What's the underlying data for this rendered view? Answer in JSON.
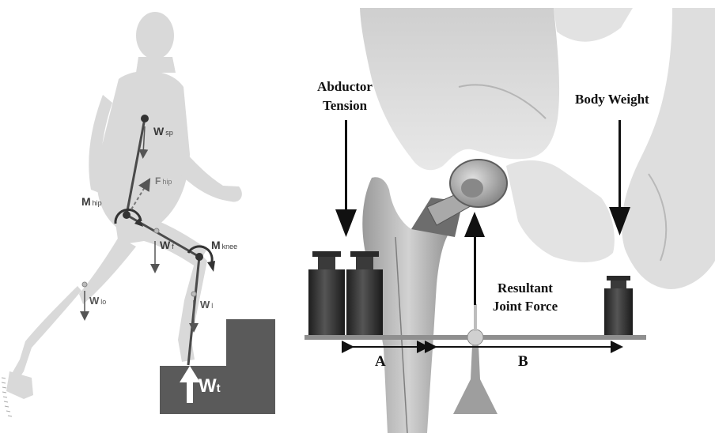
{
  "left_panel": {
    "labels": {
      "w_sp": {
        "main": "W",
        "sub": "sp"
      },
      "f_hip": {
        "main": "F",
        "sub": "hip"
      },
      "m_hip": {
        "main": "M",
        "sub": "hip"
      },
      "w_f": {
        "main": "W",
        "sub": "f"
      },
      "m_knee": {
        "main": "M",
        "sub": "knee"
      },
      "w_lo": {
        "main": "W",
        "sub": "lo"
      },
      "w_l": {
        "main": "W",
        "sub": "l"
      },
      "w_t": {
        "main": "W",
        "sub": "t"
      }
    }
  },
  "right_panel": {
    "abductor_tension": [
      "Abductor",
      "Tension"
    ],
    "body_weight": "Body Weight",
    "resultant_joint_force": [
      "Resultant",
      "Joint Force"
    ],
    "lever_arm_a": "A",
    "lever_arm_b": "B"
  }
}
